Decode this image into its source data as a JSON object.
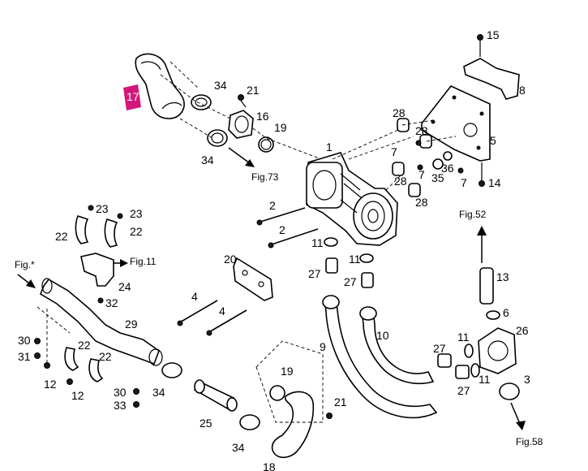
{
  "highlight_color": "#d3177a",
  "figure_refs": {
    "fig73": "Fig.73",
    "fig11": "Fig.11",
    "figstar": "Fig.*",
    "fig52": "Fig.52",
    "fig58": "Fig.58"
  },
  "callouts": {
    "c1": "1",
    "c2a": "2",
    "c2b": "2",
    "c3": "3",
    "c4a": "4",
    "c4b": "4",
    "c5": "5",
    "c6": "6",
    "c7a": "7",
    "c7b": "7",
    "c7c": "7",
    "c8": "8",
    "c9": "9",
    "c10": "10",
    "c11a": "11",
    "c11b": "11",
    "c11c": "11",
    "c11d": "11",
    "c12a": "12",
    "c12b": "12",
    "c13": "13",
    "c14": "14",
    "c15": "15",
    "c16": "16",
    "c17": "17",
    "c18": "18",
    "c19a": "19",
    "c19b": "19",
    "c20": "20",
    "c21a": "21",
    "c21b": "21",
    "c22a": "22",
    "c22b": "22",
    "c22c": "22",
    "c22d": "22",
    "c23a": "23",
    "c23b": "23",
    "c24": "24",
    "c25": "25",
    "c26": "26",
    "c27a": "27",
    "c27b": "27",
    "c27c": "27",
    "c27d": "27",
    "c28a": "28",
    "c28b": "28",
    "c28c": "28",
    "c28d": "28",
    "c29": "29",
    "c30a": "30",
    "c30b": "30",
    "c31": "31",
    "c32": "32",
    "c33": "33",
    "c34a": "34",
    "c34b": "34",
    "c34c": "34",
    "c34d": "34",
    "c35": "35",
    "c36": "36"
  }
}
